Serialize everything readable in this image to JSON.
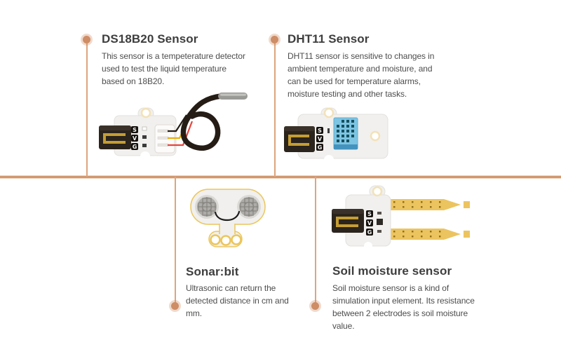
{
  "page": {
    "background": "#ffffff",
    "accent": "#d2976e"
  },
  "pin_labels": [
    "S",
    "V",
    "G"
  ],
  "items": [
    {
      "id": "ds18b20",
      "title": "DS18B20 Sensor",
      "description": "This sensor is a tempeterature detector\nused to test the liquid temperature\nbased on 18B20.",
      "image": "ds18b20-temperature-probe-module",
      "position": "above-timeline"
    },
    {
      "id": "dht11",
      "title": "DHT11 Sensor",
      "description": "DHT11 sensor is sensitive to changes in\nambient temperature and moisture, and\ncan be used for temperature alarms,\nmoisture testing and other tasks.",
      "image": "dht11-temperature-humidity-module",
      "position": "above-timeline"
    },
    {
      "id": "sonarbit",
      "title": "Sonar:bit",
      "description": "Ultrasonic can return the\ndetected distance in cm and\nmm.",
      "image": "sonar-bit-ultrasonic-module",
      "position": "below-timeline"
    },
    {
      "id": "soil-moisture",
      "title": "Soil moisture sensor",
      "description": "Soil moisture sensor is a kind of\nsimulation input element. Its resistance\nbetween 2 electrodes is soil moisture\nvalue.",
      "image": "soil-moisture-probe-module",
      "position": "below-timeline"
    }
  ],
  "colors": {
    "timeline_line": "#d2976e",
    "timeline_dot": "#ce8d65",
    "title_text": "#3e3e3e",
    "body_text": "#4d4d4d",
    "pcb_board": "#f1f0ee",
    "connector_black": "#2b241d",
    "gold_pin": "#c59d33",
    "dht11_blue": "#7cc4e2",
    "sonar_gold_outline": "#ecc65c",
    "soil_prong_gold": "#ecc45f"
  }
}
